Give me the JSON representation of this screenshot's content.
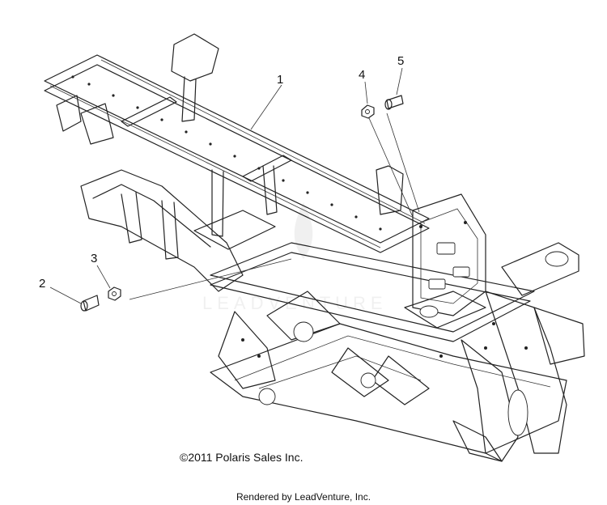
{
  "callouts": [
    {
      "id": "1",
      "label": "1"
    },
    {
      "id": "2",
      "label": "2"
    },
    {
      "id": "3",
      "label": "3"
    },
    {
      "id": "4",
      "label": "4"
    },
    {
      "id": "5",
      "label": "5"
    }
  ],
  "copyright": "©2011 Polaris Sales Inc.",
  "rendered_by": "Rendered by LeadVenture, Inc."
}
